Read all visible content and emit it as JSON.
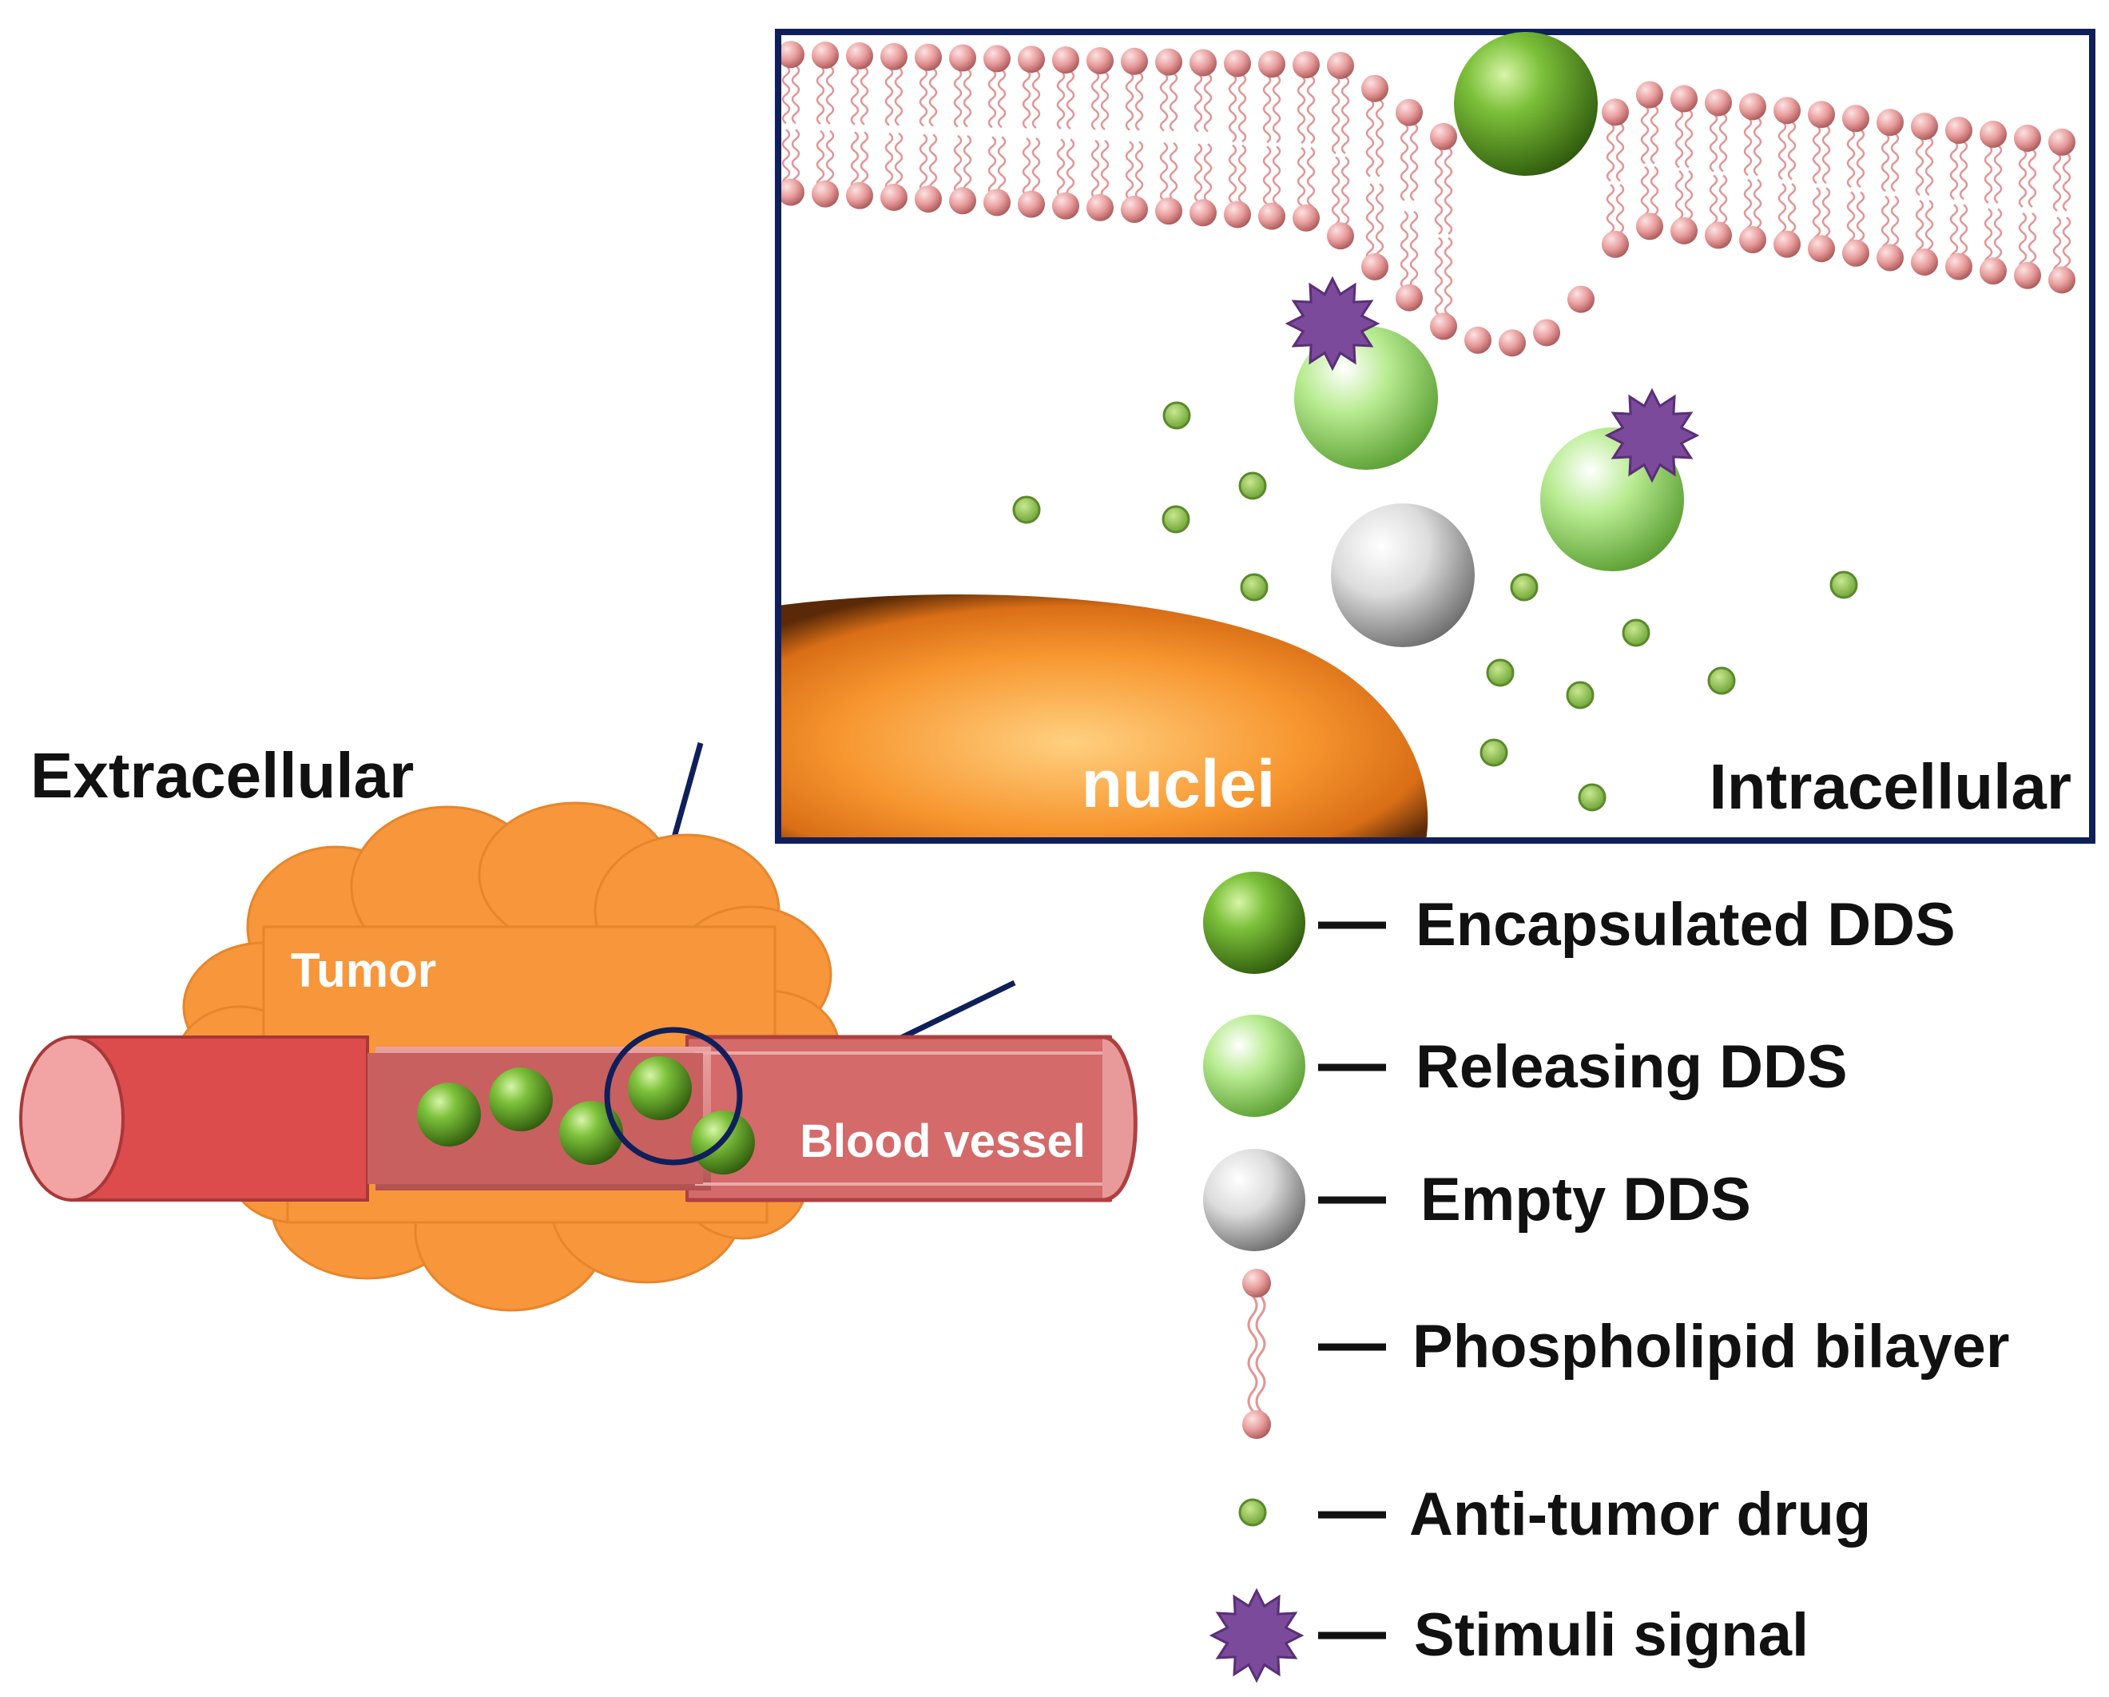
{
  "labels": {
    "extracellular": "Extracellular",
    "intracellular": "Intracellular",
    "tumor": "Tumor",
    "blood_vessel": "Blood vessel",
    "nuclei": "nuclei"
  },
  "legend": [
    {
      "icon": "encapsulated-dds-icon",
      "label": "Encapsulated DDS"
    },
    {
      "icon": "releasing-dds-icon",
      "label": "Releasing DDS"
    },
    {
      "icon": "empty-dds-icon",
      "label": "Empty DDS"
    },
    {
      "icon": "phospholipid-icon",
      "label": "Phospholipid bilayer"
    },
    {
      "icon": "drug-dot-icon",
      "label": "Anti-tumor drug"
    },
    {
      "icon": "stimuli-star-icon",
      "label": "Stimuli signal"
    }
  ],
  "colors": {
    "tumor": "#f7963a",
    "vessel": "#e05050",
    "vessel_light": "#f29a9a",
    "lipid": "#e88b8b",
    "dds_dark": "#5a9a1c",
    "dds_light": "#a8e080",
    "dds_empty": "#d0d0d0",
    "drug": "#8ac04a",
    "stimuli": "#7b4a9a",
    "frame": "#0f1f5c",
    "nucleus": "#f29030"
  }
}
